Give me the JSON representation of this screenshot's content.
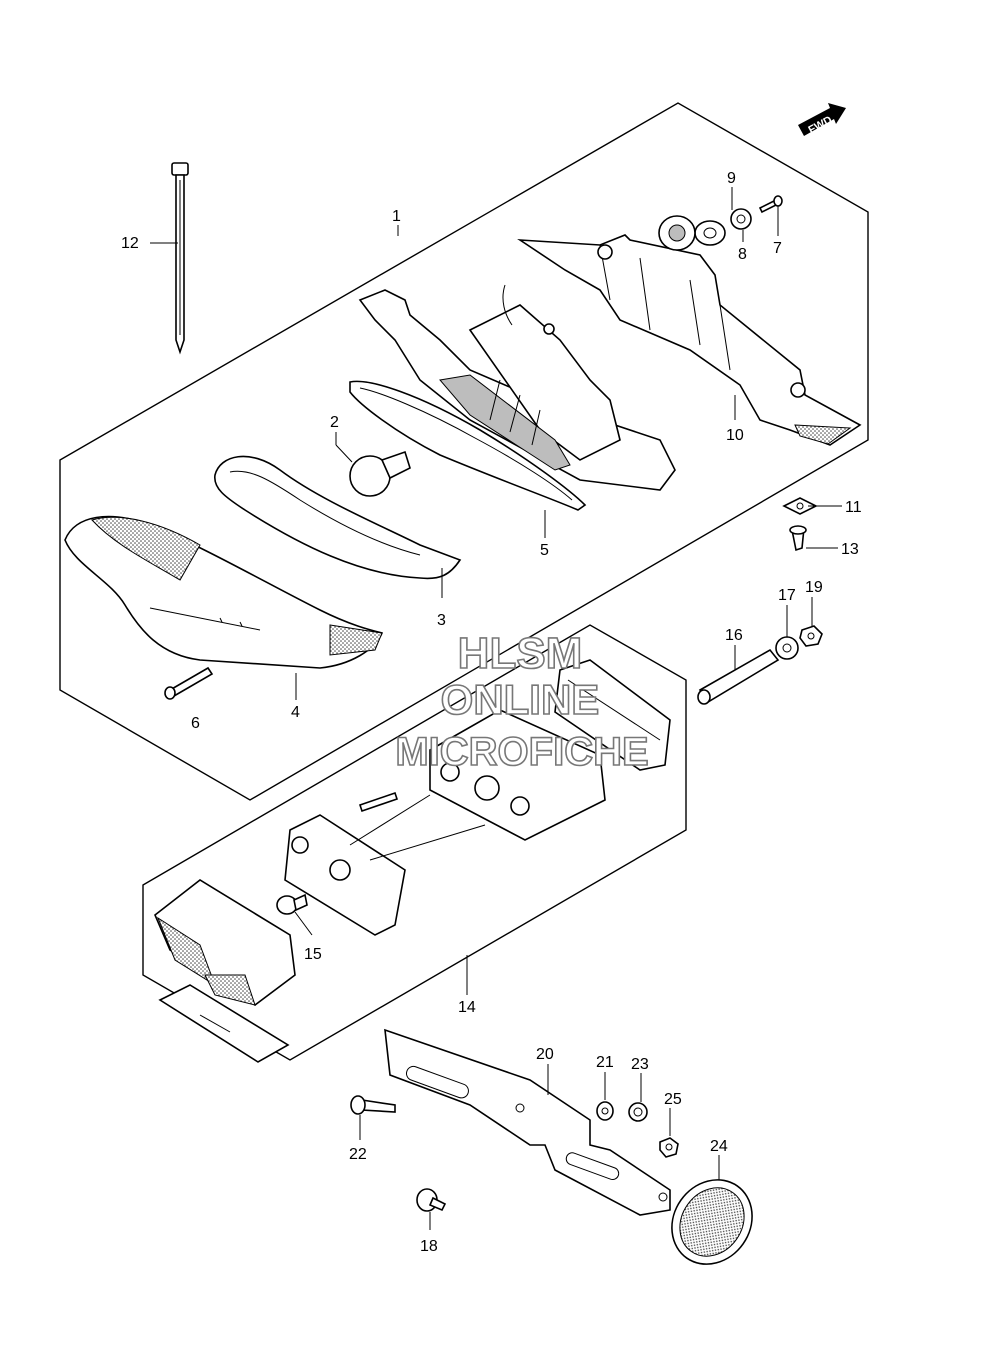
{
  "fwd_label": "FWD",
  "watermark": {
    "line1": "HLSM",
    "line2": "ONLINE",
    "line3": "MICROFICHE"
  },
  "callouts": {
    "c1": "1",
    "c2": "2",
    "c3": "3",
    "c4": "4",
    "c5": "5",
    "c6": "6",
    "c7": "7",
    "c8": "8",
    "c9": "9",
    "c10": "10",
    "c11": "11",
    "c12": "12",
    "c13": "13",
    "c14": "14",
    "c15": "15",
    "c16": "16",
    "c17": "17",
    "c18": "18",
    "c19": "19",
    "c20": "20",
    "c21": "21",
    "c22": "22",
    "c23": "23",
    "c24": "24",
    "c25": "25"
  }
}
